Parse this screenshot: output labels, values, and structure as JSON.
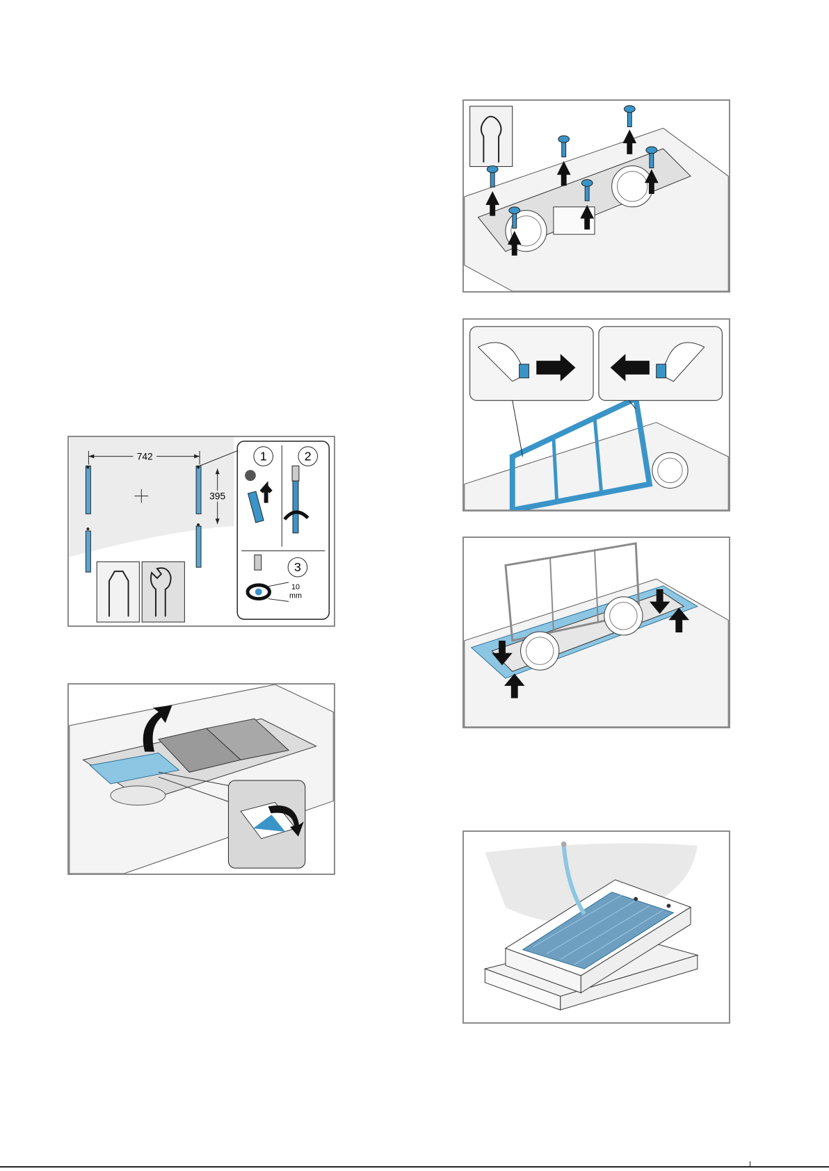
{
  "colors": {
    "accent_blue": "#3a94c8",
    "light_blue": "#8cc6e3",
    "grey_panel": "#e8e8e8",
    "outline": "#222222",
    "frame": "#8a8a8a"
  },
  "figure_mounting": {
    "dim_width": "742",
    "dim_depth": "395",
    "step_1": "1",
    "step_2": "2",
    "step_3": "3",
    "gap_value": "10",
    "gap_unit": "mm",
    "tool_icons": [
      "hex-key-icon",
      "wrench-icon"
    ]
  },
  "figure_torx": {
    "tool_icons": [
      "torx-screwdriver-icon"
    ]
  }
}
